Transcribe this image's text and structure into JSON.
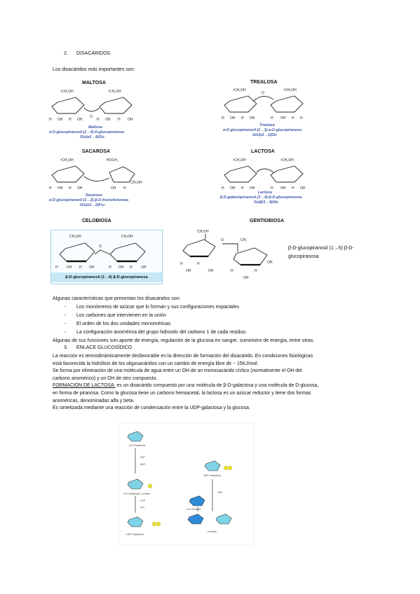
{
  "section2": {
    "number": "2.",
    "title": "DISACÁRIDOS"
  },
  "intro": "Los disacáridos más importantes son:",
  "molecules": {
    "maltosa": {
      "title": "MALTOSA",
      "name": "Maltosa",
      "line1": "α-D-glucopiranosil-(1→4)-D-glucopiranosa",
      "line2": "Glc(α1→4)Glc"
    },
    "trealosa": {
      "title": "TREALOSA",
      "name": "Trealosa",
      "line1": "α-D-glucopiranosil-(1→1)-α-D-glucopiranosa",
      "line2": "Glc(α1→1)Glc"
    },
    "sacarosa": {
      "title": "SACAROSA",
      "name": "Sacarosa",
      "line1": "α-D-glucopiranosil-(1→2)-β-D-fructofuranosa",
      "line2": "Glc(α1→2)Fru"
    },
    "lactosa": {
      "title": "LACTOSA",
      "name": "Lactosa",
      "line1": "β-D-galactopiranosil-(1→4)-β-D-glucopiranosa",
      "line2": "Gal(β1→4)Glc"
    },
    "celobiosa": {
      "title": "CELOBIOSA",
      "line1": "β-D-glucopiranosil (1→4) β-D-glucopiranosa"
    },
    "gentiobiosa": {
      "title": "GENTIOBIOSA",
      "caption_a": "β-D-glucopiranosil (1→6) β-D-",
      "caption_b": "glucopiranosa"
    }
  },
  "features": {
    "heading": "Algunas características que presentan los disacáridos son:",
    "items": [
      "Los monómeros de azúcar que lo forman y sus configuraciones espaciales",
      "Los carbones que intervienen en la unión",
      "El orden de los dos unidades monoméricas",
      "La configuración anomérica del grupo hidroxilo del carbono 1 de cada residuo."
    ],
    "functions": "Algunas de sus funciones son aporte de energía, regulación de la glucosa en sangre, suministro de energía, entre otras."
  },
  "section3": {
    "number": "3.",
    "title": "ENLACE GLUCOSÍDICO"
  },
  "enlace": {
    "p1a": "La reacción es termodinámicamente desfavorable en la dirección de formación del disacárido. En condiciones fisiológicas",
    "p1b": "está favorecida la hidrólisis de los oligosacáridos con un cambio de energía libre de ~ 15KJ/mol.",
    "p2a": "Se forma por eliminación de una molécula de agua entre un OH de un monosacárido cíclico (normalmente el OH del",
    "p2b": "carbono anomérico) y un OH de otro compuesto.",
    "lactosa_heading": "FORMACIÓN DE LACTOSA:",
    "p3a": " es un disacárido compuesto por una molécula de β-D-galactosa y una molécula de D-glucosa,",
    "p3b": "en forma de piranosa. Como la glucosa tiene un carbono hemiacetal, la lactosa es un azúcar reductor y tiene dos formas",
    "p3c": "anoméricas, denominadas alfa y beta.",
    "p4": "Es sintetizada mediante una reacción de condensación entre la UDP-galactosa y la glucosa."
  },
  "pathway": {
    "labels": [
      "α-D-Galactosa",
      "α-D-Galactosa 1-fosfato",
      "UDP-Galactosa",
      "UDP-Galactosa",
      "α-D-Glucosa",
      "Lactosa",
      "ATP",
      "ADP",
      "UTP",
      "PPi",
      "UDP"
    ]
  },
  "colors": {
    "accent_blue": "#3a56a8",
    "cyan": "#7fd3e6",
    "glucose_blue": "#2f8ad8",
    "phosphate_yellow": "#e8e12a"
  }
}
